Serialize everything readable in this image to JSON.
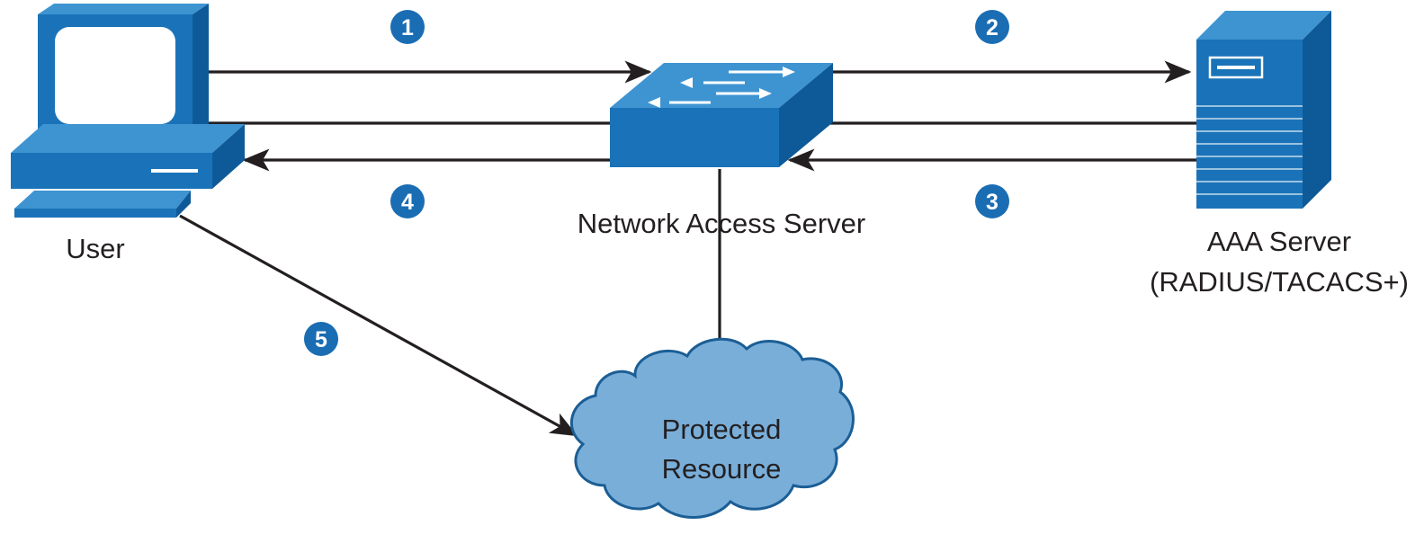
{
  "nodes": {
    "user": {
      "label": "User"
    },
    "nas": {
      "label": "Network Access Server"
    },
    "aaa": {
      "label_line1": "AAA Server",
      "label_line2": "(RADIUS/TACACS+)"
    },
    "resource": {
      "label_line1": "Protected",
      "label_line2": "Resource"
    }
  },
  "steps": [
    "1",
    "2",
    "3",
    "4",
    "5"
  ],
  "colors": {
    "device_blue": "#1a73b8",
    "device_dark": "#0e5a99",
    "device_light": "#3e94d1",
    "cloud_fill": "#79aed9",
    "cloud_stroke": "#1b5e95",
    "badge": "#1a6db3",
    "line": "#231f20"
  },
  "icons": [
    "user-computer-icon",
    "network-switch-icon",
    "server-tower-icon",
    "cloud-icon"
  ]
}
